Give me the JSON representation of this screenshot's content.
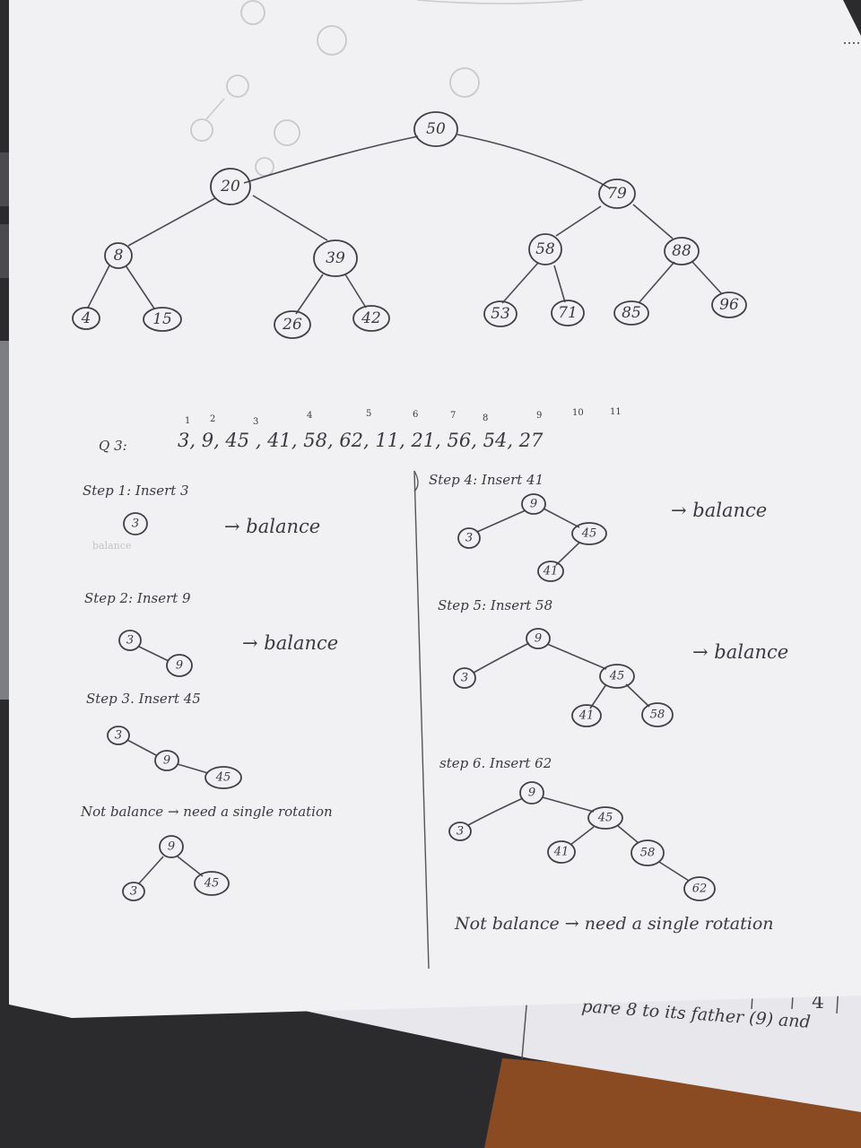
{
  "colors": {
    "background": "#2b2b2e",
    "paper": "#f1f1f3",
    "ink": "#3a3a3f",
    "desk": "#8a4a22"
  },
  "top_tree_nodes": [
    "50",
    "20",
    "79",
    "8",
    "39",
    "58",
    "88",
    "4",
    "15",
    "26",
    "42",
    "53",
    "71",
    "85",
    "96"
  ],
  "question": {
    "label": "Q 3:",
    "sequence": "3, 9, 45 , 41, 58, 62, 11, 21, 56, 54, 27",
    "index_marks": [
      "1",
      "2",
      "3",
      "4",
      "5",
      "6",
      "7",
      "8",
      "9",
      "10",
      "11"
    ]
  },
  "steps": {
    "s1": {
      "title": "Step 1:  Insert 3",
      "result": "→  balance",
      "faded": "balance"
    },
    "s2": {
      "title": "Step 2:  Insert 9",
      "result": "→  balance"
    },
    "s3": {
      "title": "Step 3.  Insert 45",
      "result": "Not balance → need  a  single  rotation"
    },
    "s4": {
      "title": "Step 4:  Insert  41",
      "result": "→ balance"
    },
    "s5": {
      "title": "Step 5:  Insert  58",
      "result": "→ balance"
    },
    "s6": {
      "title": "step 6.  Insert  62",
      "result": "Not  balance →  need  a  single  rotation"
    }
  },
  "bottom_paper": {
    "text": "pare  8  to  its  father (9)  and",
    "cells": [
      "4"
    ]
  }
}
